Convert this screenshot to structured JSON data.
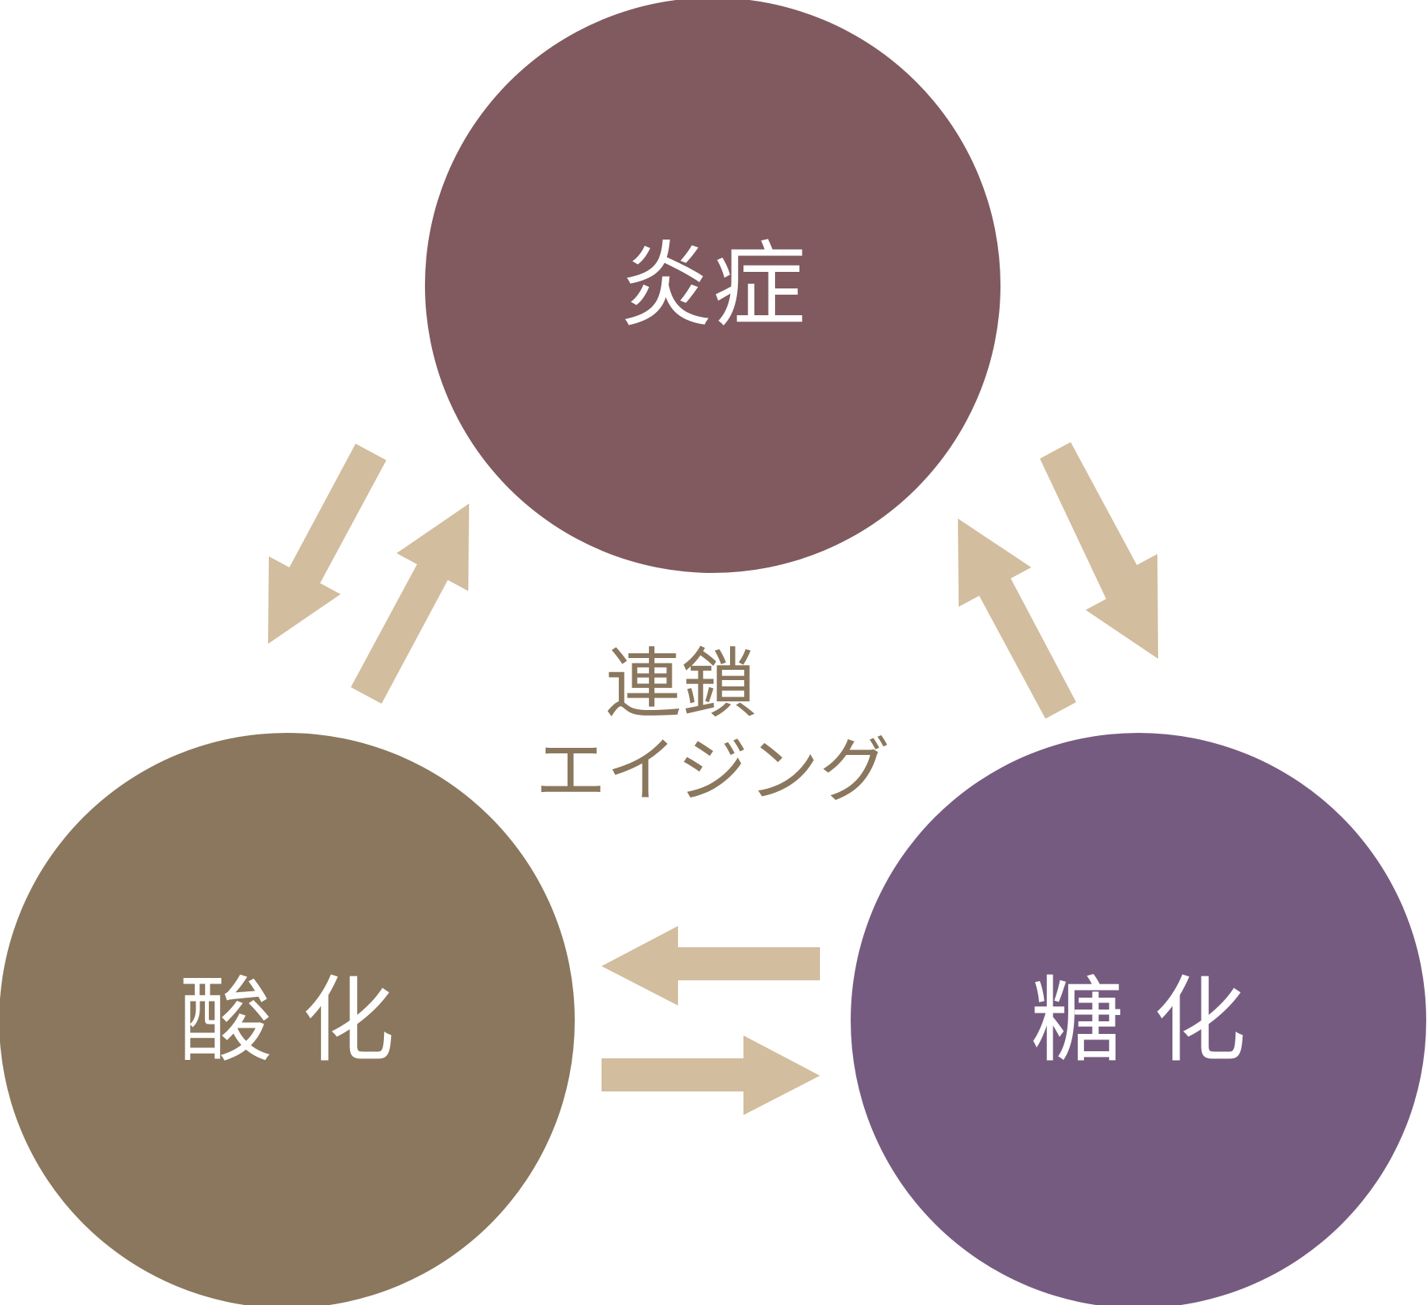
{
  "nodes": {
    "top": {
      "label": "炎症",
      "color": "#805a5f"
    },
    "left": {
      "label": "酸 化",
      "color": "#8a775d"
    },
    "right": {
      "label": "糖 化",
      "color": "#765b80"
    }
  },
  "center": {
    "line1": "連鎖",
    "line2": "エイジング",
    "color": "#8a775d"
  },
  "arrow_color": "#d2bd9e"
}
